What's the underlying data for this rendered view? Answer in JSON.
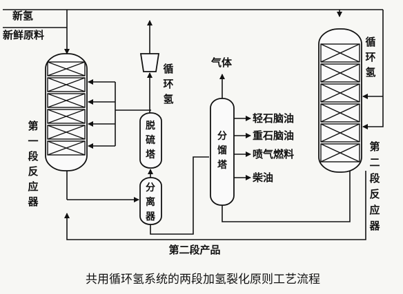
{
  "labels": {
    "new_hydrogen": "新氢",
    "fresh_feed": "新鲜原料",
    "recycle_hydrogen_left": "循环氢",
    "gas": "气体",
    "recycle_hydrogen_right": "循环氢",
    "desulfurization_tower": "脱硫塔",
    "separator": "分离器",
    "fractionator": "分馏塔",
    "first_stage_reactor": "第一段反应器",
    "second_stage_reactor": "第二段反应器",
    "second_stage_product": "第二段产品"
  },
  "products": [
    "轻石脑油",
    "重石脑油",
    "喷气燃料",
    "柴油"
  ],
  "caption": "共用循环氢系统的两段加氢裂化原则工艺流程"
}
